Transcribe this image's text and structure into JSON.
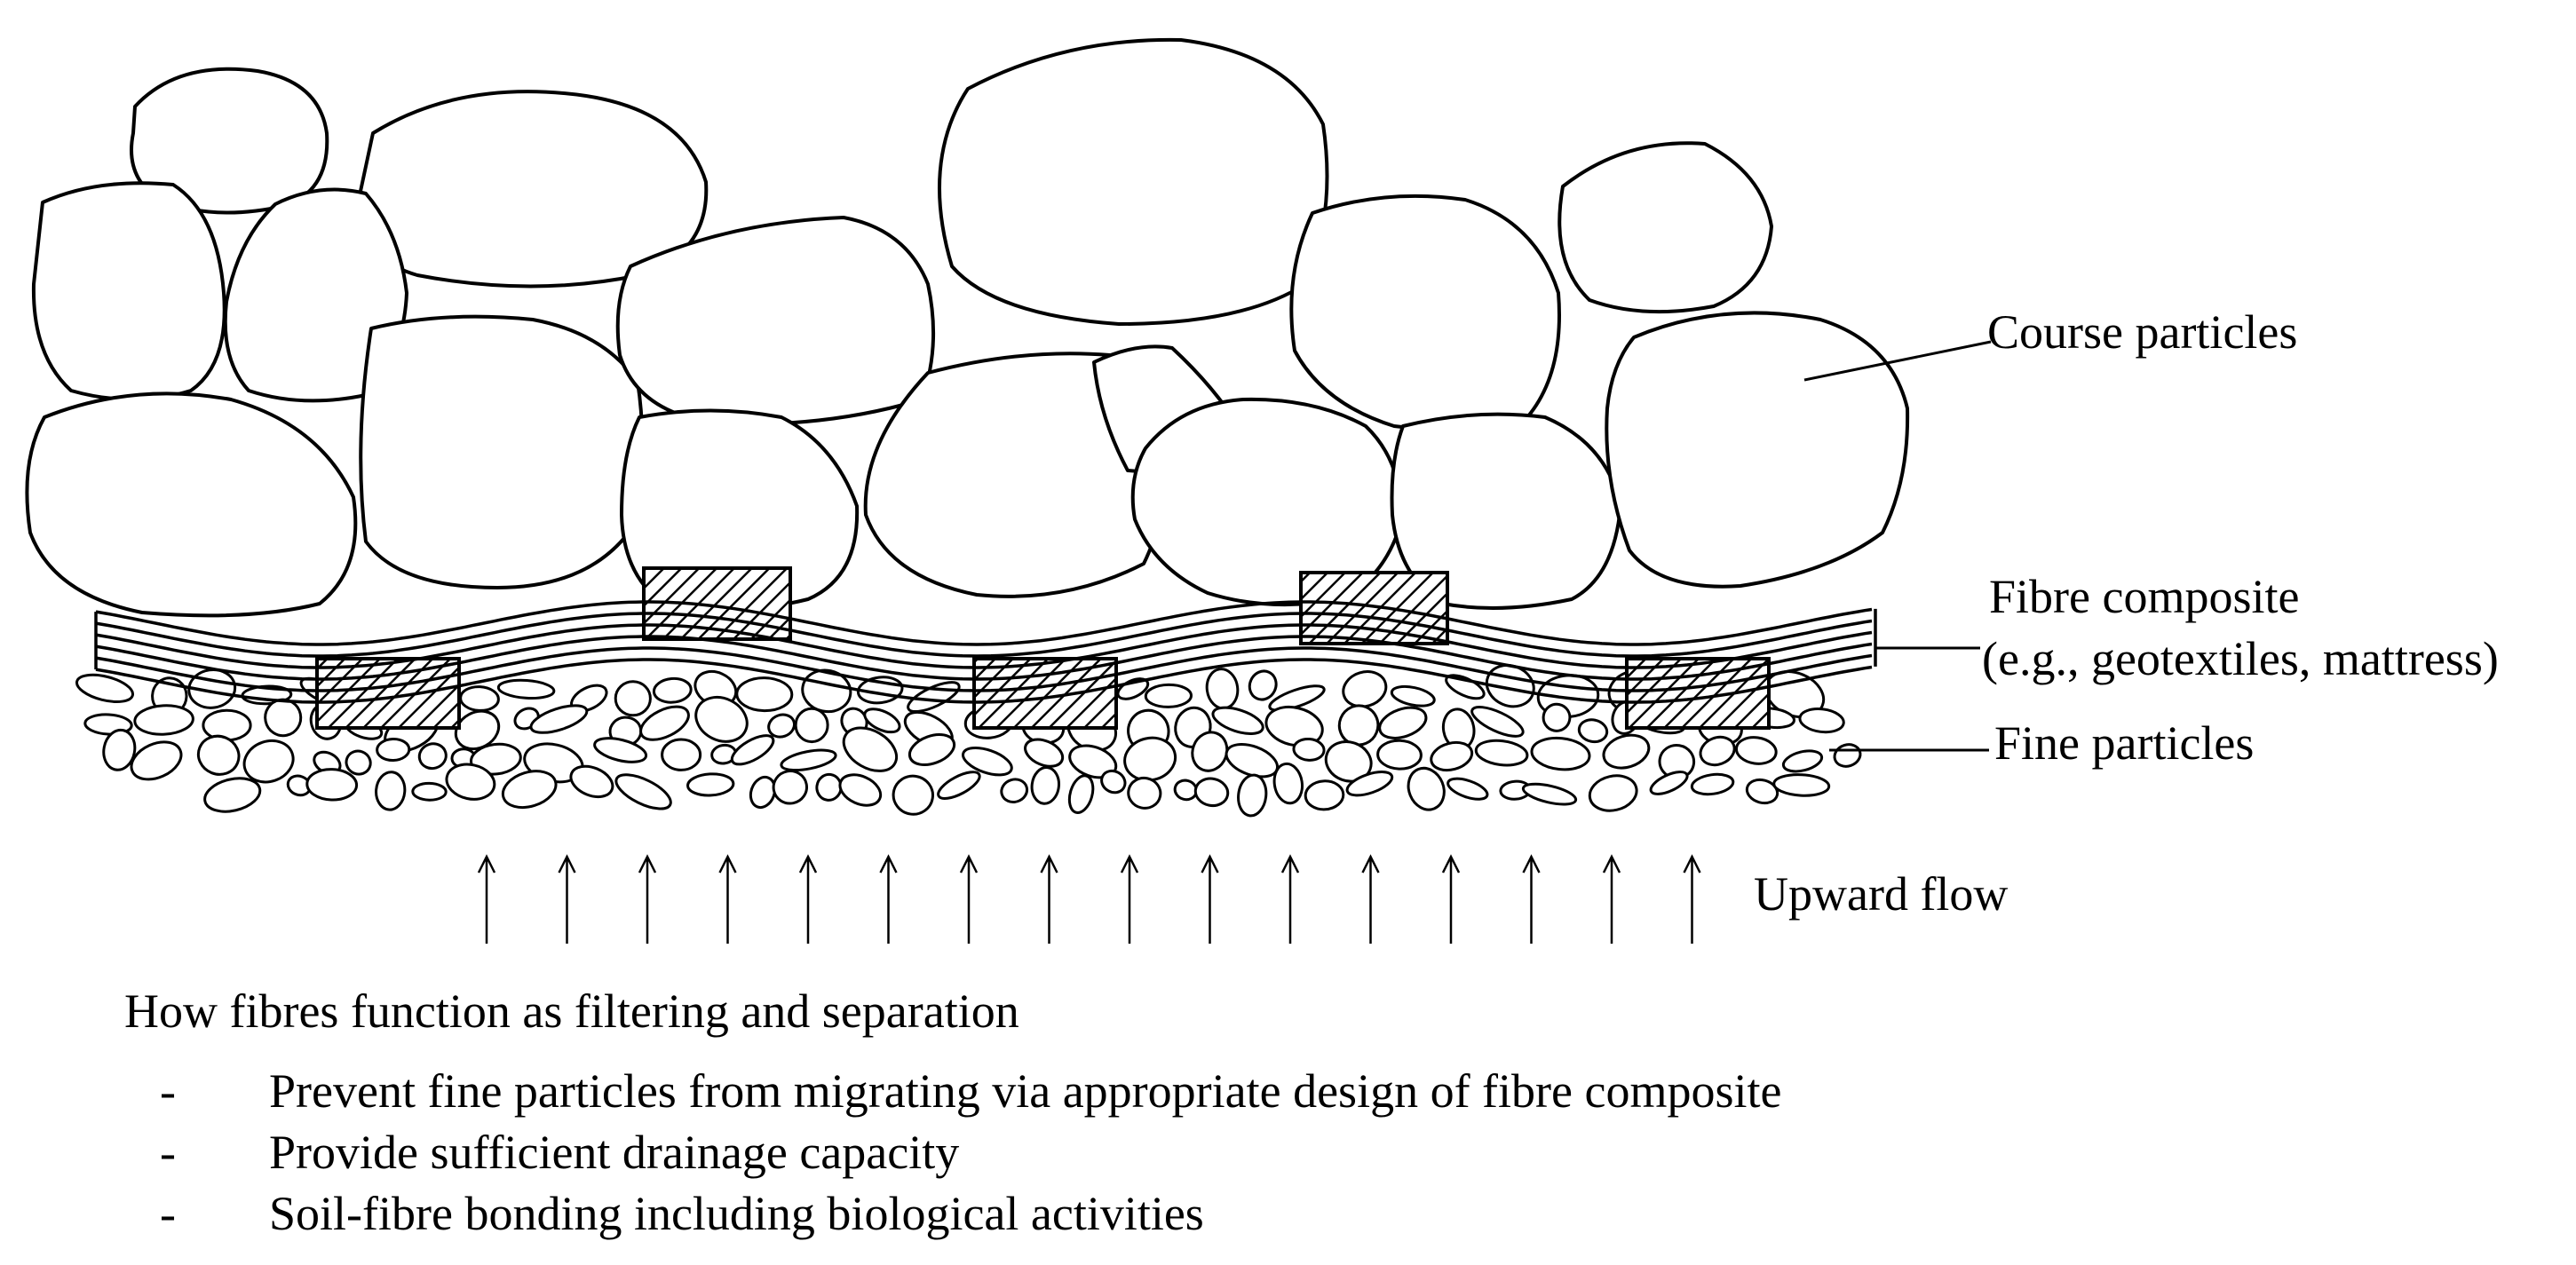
{
  "diagram": {
    "labels": {
      "coarse": "Course particles",
      "fibre_line1": "Fibre composite",
      "fibre_line2": "(e.g., geotextiles, mattress)",
      "fine": "Fine particles",
      "flow": "Upward flow"
    },
    "upward_arrow_count": 16
  },
  "caption": {
    "heading": "How fibres function as filtering and separation",
    "bullet_marker": "-",
    "bullets": [
      "Prevent fine particles from migrating via appropriate design of fibre composite",
      "Provide sufficient drainage capacity",
      "Soil-fibre bonding including biological activities"
    ]
  },
  "colors": {
    "stroke": "#000000",
    "fill": "#ffffff"
  }
}
